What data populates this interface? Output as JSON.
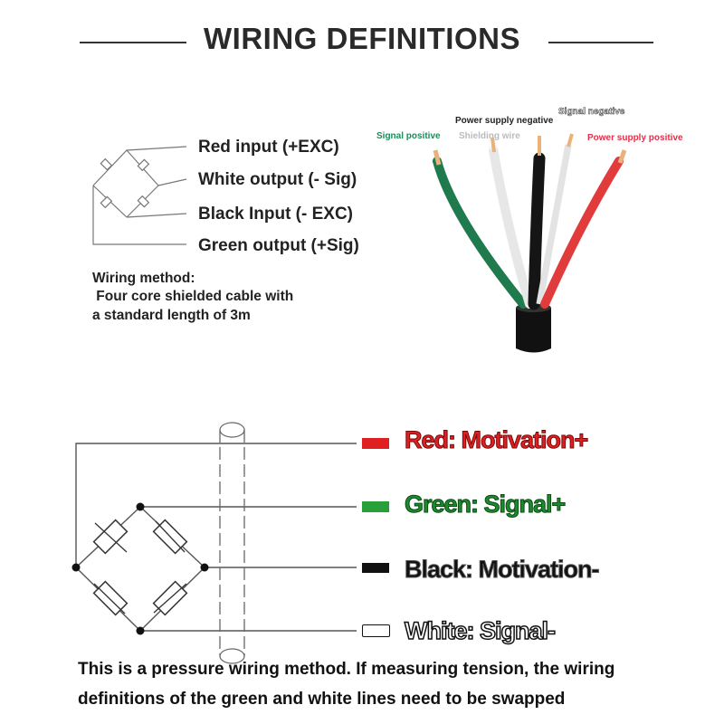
{
  "title": "WIRING DEFINITIONS",
  "top_labels": [
    {
      "text": "Red input (+EXC)"
    },
    {
      "text": "White output (- Sig)"
    },
    {
      "text": "Black Input (- EXC)"
    },
    {
      "text": "Green output (+Sig)"
    }
  ],
  "wiring_method": {
    "line1": "Wiring method:",
    "line2": " Four core shielded cable with",
    "line3": "a standard length of 3m"
  },
  "cable_labels": {
    "signal_positive": "Signal positive",
    "power_supply_negative": "Power supply negative",
    "shielding_wire": "Shielding wire",
    "signal_negative": "Signal negative",
    "power_supply_positive": "Power supply positive"
  },
  "legend": [
    {
      "text": "Red: Motivation+",
      "color": "#e02020",
      "swatch": "#e02020"
    },
    {
      "text": "Green: Signal+",
      "color": "#1e8a2e",
      "swatch": "#27a03a"
    },
    {
      "text": "Black: Motivation-",
      "color": "#111111",
      "swatch": "#111111"
    },
    {
      "text": "White: Signal-",
      "color": "#ffffff",
      "swatch": "#ffffff"
    }
  ],
  "note": {
    "line1": "This is a pressure wiring method. If measuring tension, the wiring",
    "line2": "definitions of the green and white lines need to be swapped"
  },
  "colors": {
    "wire_green": "#1f7a4d",
    "wire_white": "#f2f2f2",
    "wire_black": "#151515",
    "wire_red": "#e23b3b",
    "label_green": "#1f8a5a",
    "label_red": "#e0304a",
    "label_gray": "#bbbbbb"
  }
}
